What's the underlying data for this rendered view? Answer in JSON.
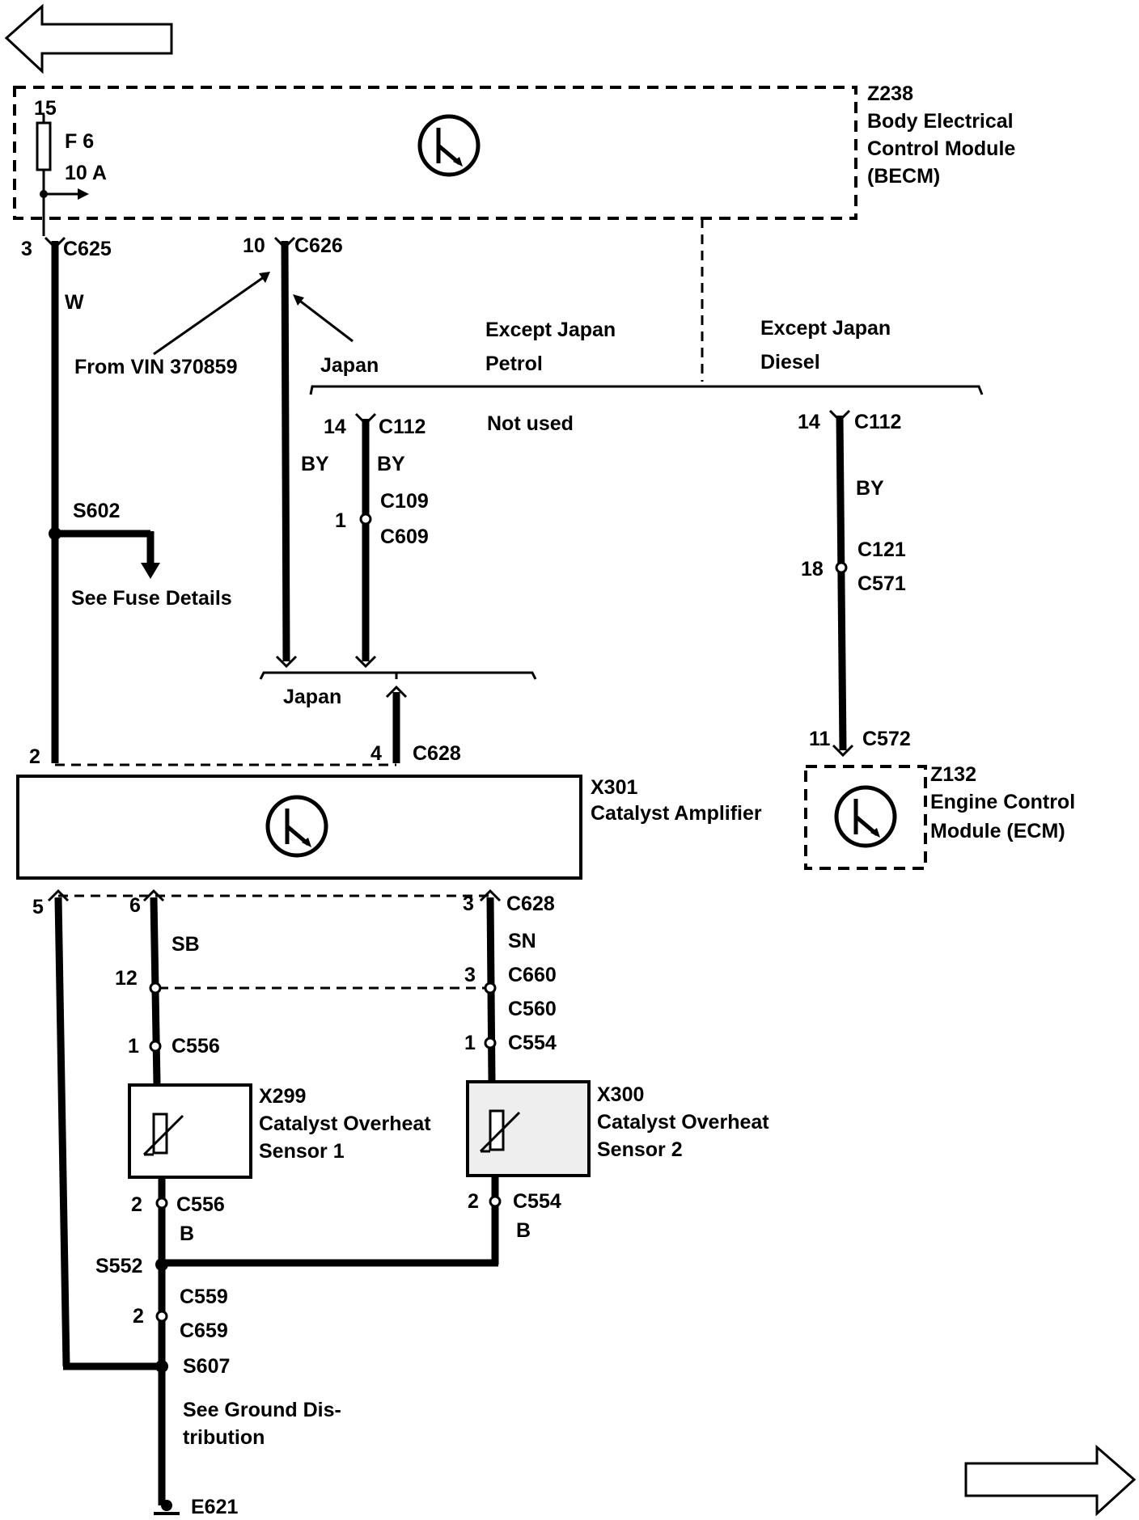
{
  "nav": {
    "prev_page": "back-arrow",
    "next_page": "forward-arrow"
  },
  "modules": {
    "becm": {
      "fuse_pin": "15",
      "fuse": "F 6",
      "fuse_rating": "10 A",
      "id": "Z238",
      "name_line1": "Body Electrical",
      "name_line2": "Control Module",
      "name_line3": "(BECM)"
    },
    "catalyst_amplifier": {
      "id": "X301",
      "name": "Catalyst Amplifier"
    },
    "ecm": {
      "id": "Z132",
      "name_line1": "Engine Control",
      "name_line2": "Module (ECM)"
    },
    "sensor1": {
      "id": "X299",
      "name_line1": "Catalyst Overheat",
      "name_line2": "Sensor 1"
    },
    "sensor2": {
      "id": "X300",
      "name_line1": "Catalyst Overheat",
      "name_line2": "Sensor 2"
    }
  },
  "labels": {
    "c625_pin": "3",
    "c625": "C625",
    "wire_w": "W",
    "c626_pin": "10",
    "c626": "C626",
    "from_vin": "From VIN 370859",
    "japan_top": "Japan",
    "except_japan_1": "Except Japan",
    "petrol": "Petrol",
    "not_used": "Not used",
    "except_japan_2": "Except Japan",
    "diesel": "Diesel",
    "c112_left_pin": "14",
    "c112_left": "C112",
    "wire_by_1": "BY",
    "wire_by_2": "BY",
    "c109_pin": "1",
    "c109": "C109",
    "c609": "C609",
    "c112_right_pin": "14",
    "c112_right": "C112",
    "wire_by_3": "BY",
    "c121": "C121",
    "c121_pin": "18",
    "c571": "C571",
    "c572_pin": "11",
    "c572": "C572",
    "s602": "S602",
    "see_fuse_details": "See Fuse Details",
    "japan_bottom": "Japan",
    "amp_pin2": "2",
    "c628_top_pin": "4",
    "c628_top": "C628",
    "amp_pin5": "5",
    "amp_pin6": "6",
    "c628_bot_pin": "3",
    "c628_bot": "C628",
    "wire_sb": "SB",
    "wire_sn": "SN",
    "c660_left_pin": "12",
    "c660_right_pin": "3",
    "c660": "C660",
    "c560": "C560",
    "c556_pin1": "1",
    "c556_top": "C556",
    "c554_pin1": "1",
    "c554_top": "C554",
    "c556_pin2": "2",
    "c556_bot": "C556",
    "wire_b_1": "B",
    "c554_pin2": "2",
    "c554_bot": "C554",
    "wire_b_2": "B",
    "s552": "S552",
    "c559": "C559",
    "c559_pin": "2",
    "c659": "C659",
    "s607": "S607",
    "ground_line1": "See Ground Dis-",
    "ground_line2": "tribution",
    "e621": "E621"
  }
}
